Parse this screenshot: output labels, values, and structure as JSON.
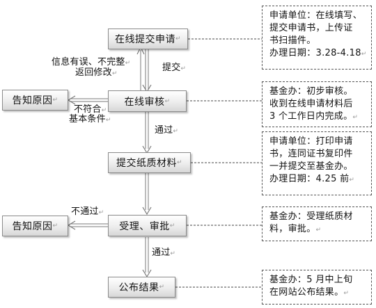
{
  "nodes": {
    "submit_online": "在线提交申请",
    "online_review": "在线审核",
    "submit_paper": "提交纸质材料",
    "accept_approve": "受理、审批",
    "publish_result": "公布结果",
    "notify_reason_1": "告知原因",
    "notify_reason_2": "告知原因"
  },
  "edges": {
    "info_error_line1": "信息有误、不完整",
    "info_error_line2": "返回修改",
    "submit_label": "提交",
    "not_meet_line1": "不符合",
    "not_meet_line2": "基本条件",
    "pass_label_1": "通过",
    "not_pass_label": "不通过",
    "pass_label_2": "通过"
  },
  "notes": {
    "note1": [
      "申请单位：在线填写、",
      "提交申请书，上传证",
      "书扫描件。",
      "办理日期：3.28-4.18"
    ],
    "note2": [
      "基金办：初步审核。",
      "收到在线申请材料后",
      "3 个工作日内完成。"
    ],
    "note3": [
      "申请单位：打印申请",
      "书，连同证书复印件",
      "一并提交至基金办。",
      "办理日期：4.25 前"
    ],
    "note4": [
      "基金办：受理纸质材",
      "料，审批。"
    ],
    "note5": [
      "基金办：5 月中上旬",
      "在网站公布结果。"
    ]
  },
  "marks": {
    "paragraph": "↵"
  }
}
